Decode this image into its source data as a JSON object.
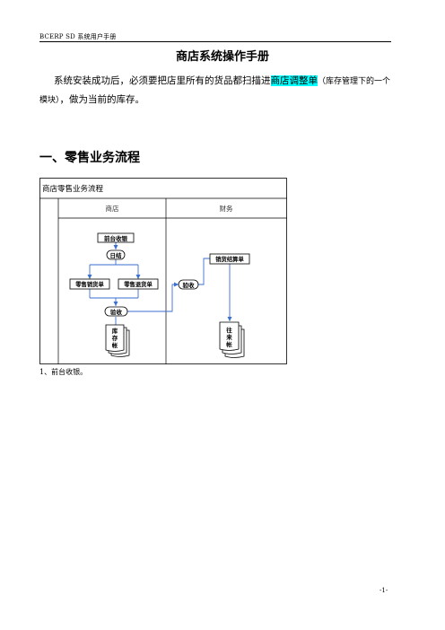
{
  "header": {
    "text": "BCERP  SD 系统用户手册"
  },
  "document": {
    "title": "商店系统操作手册",
    "intro_before": "系统安装成功后，必须要把店里所有的货品都扫描进",
    "intro_highlight": "商店调整单",
    "intro_paren": "（库存管理下的一个模块）",
    "intro_after": "，做为当前的库存。",
    "section_heading": "一、零售业务流程"
  },
  "flowchart": {
    "table_title": "商店零售业务流程",
    "col_store": "商店",
    "col_finance": "财务",
    "nodes": {
      "front_cashier": "前台收银",
      "daily_close": "日结",
      "retail_sales": "零售销货单",
      "retail_returns": "零售退货单",
      "store_acceptance": "验收",
      "finance_acceptance": "验收",
      "sales_settlement": "销货结算单",
      "inventory_ledger": [
        "库",
        "存",
        "帐"
      ],
      "receivable_ledger": [
        "往",
        "来",
        "帐"
      ]
    }
  },
  "caption": "1、前台收银。",
  "footer": {
    "page_number": "-1-"
  }
}
